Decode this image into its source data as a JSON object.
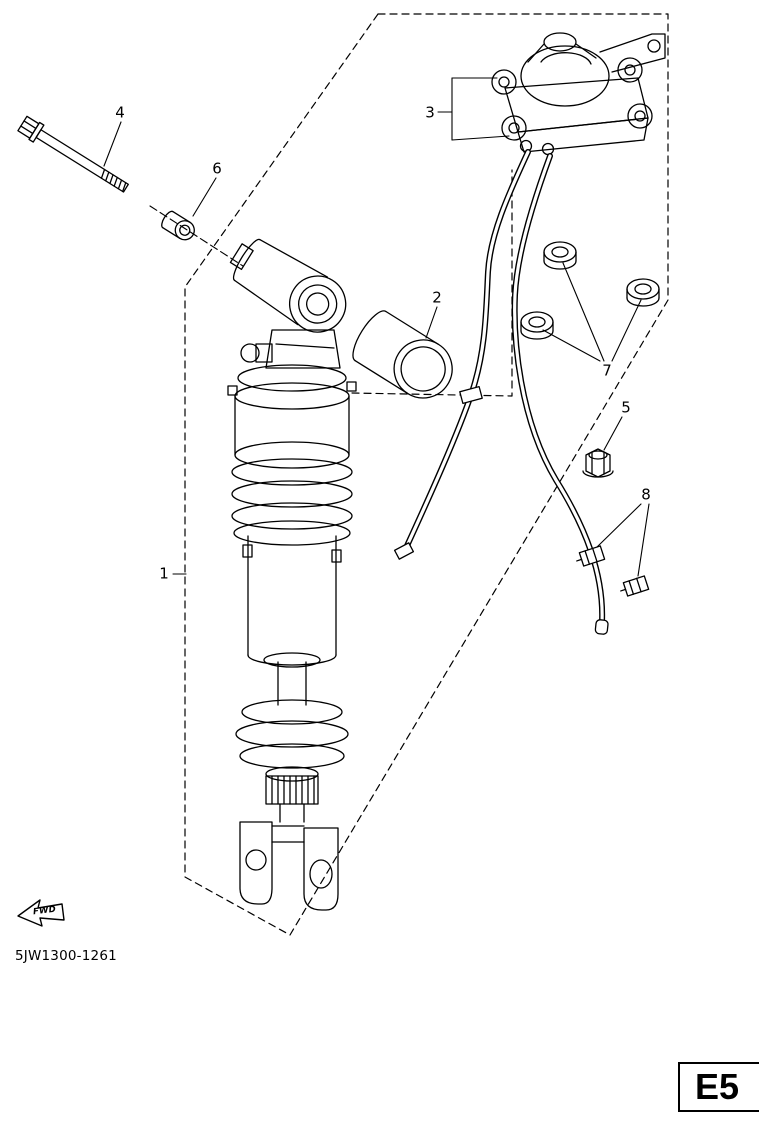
{
  "diagram": {
    "callouts": [
      "1",
      "2",
      "3",
      "4",
      "5",
      "6",
      "7",
      "8"
    ],
    "part_code": "5JW1300-1261",
    "fwd_label": "FWD",
    "page_ref": "E5",
    "line_color": "#000000",
    "background_color": "#ffffff"
  }
}
